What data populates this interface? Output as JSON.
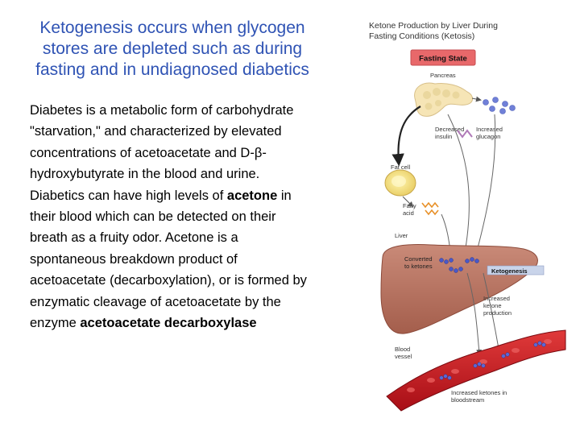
{
  "slide": {
    "title_lines": [
      "Ketogenesis occurs when glycogen",
      "stores are depleted such as during",
      "fasting and in undiagnosed diabetics"
    ],
    "body": {
      "p1": "Diabetes is a metabolic form of carbohydrate \"starvation,\" and characterized by elevated concentrations of acetoacetate and D-",
      "beta": "β",
      "p2": "-hydroxybutyrate in the blood and urine.  Diabetics can have high levels of ",
      "bold1": "acetone",
      "p3": " in their blood which can be detected on their breath as a fruity odor. Acetone is a spontaneous breakdown product of acetoacetate (decarboxylation), or is formed by enzymatic cleavage of acetoacetate by the enzyme ",
      "bold2": "acetoacetate decarboxylase"
    }
  },
  "figure": {
    "title_line1": "Ketone Production by Liver During",
    "title_line2": "Fasting Conditions (Ketosis)",
    "fasting_state": "Fasting State",
    "pancreas": "Pancreas",
    "decreased_insulin_1": "Decreased",
    "decreased_insulin_2": "insulin",
    "increased_glucagon_1": "Increased",
    "increased_glucagon_2": "glucagon",
    "fat_cell": "Fat cell",
    "fatty_acid_1": "Fatty",
    "fatty_acid_2": "acid",
    "liver": "Liver",
    "converted_1": "Converted",
    "converted_2": "to ketones",
    "ketogenesis": "Ketogenesis",
    "increased_ketone_1": "Increased",
    "increased_ketone_2": "ketone",
    "increased_ketone_3": "production",
    "blood_vessel_1": "Blood",
    "blood_vessel_2": "vessel",
    "increased_ketones_blood_1": "Increased ketones in",
    "increased_ketones_blood_2": "bloodstream"
  },
  "colors": {
    "title": "#2f53b4",
    "fasting_box": "#e8686a",
    "liver": "#b8705e",
    "blood": "#c8141e",
    "glucagon": "#7080d8",
    "ketogenesis_box": "#c9d4ea"
  }
}
